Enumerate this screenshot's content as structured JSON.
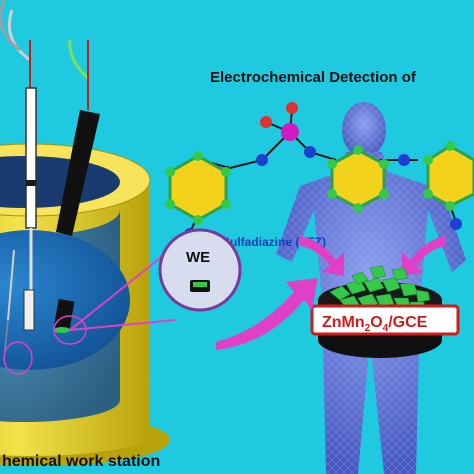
{
  "title": "Electrochemical Detection of",
  "molecule_label": "Sulfadiazine (SFZ)",
  "electrode_label": "ZnMn",
  "electrode_sub1": "2",
  "electrode_mid": "O",
  "electrode_sub2": "4",
  "electrode_suffix": "/GCE",
  "we_label": "WE",
  "station_label": "hemical work station",
  "colors": {
    "background": "#1fc9e0",
    "cell_outer": "#e9d421",
    "cell_inner": "#1762a8",
    "arrow": "#e040c8",
    "nanoparticles": "#35c94a",
    "benzene": "#f2d21a",
    "body": "#5a6fd6"
  }
}
